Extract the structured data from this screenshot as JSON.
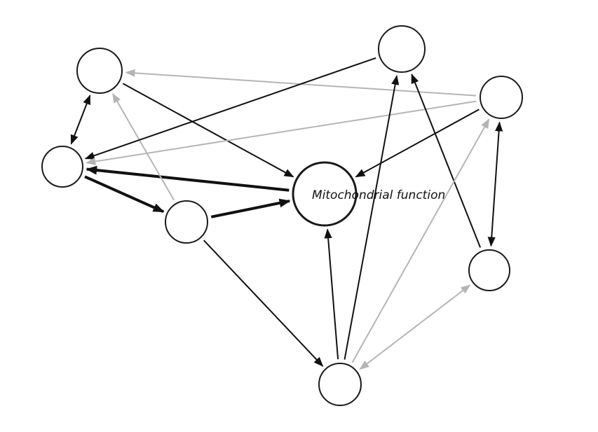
{
  "diagram": {
    "center_label": "Mitochondrial function",
    "colors": {
      "dark": "#111111",
      "light": "#b5b5b5"
    },
    "nodes": [
      {
        "id": "n-top-left",
        "label": ""
      },
      {
        "id": "n-left",
        "label": ""
      },
      {
        "id": "n-mid-left",
        "label": ""
      },
      {
        "id": "n-center",
        "label": "Mitochondrial function"
      },
      {
        "id": "n-top-right",
        "label": ""
      },
      {
        "id": "n-right",
        "label": ""
      },
      {
        "id": "n-right-low",
        "label": ""
      },
      {
        "id": "n-bottom",
        "label": ""
      }
    ],
    "edges": [
      {
        "from": "n-center",
        "to": "n-left",
        "style": "dark",
        "weight": "thick"
      },
      {
        "from": "n-left",
        "to": "n-mid-left",
        "style": "dark",
        "weight": "thick"
      },
      {
        "from": "n-mid-left",
        "to": "n-center",
        "style": "dark",
        "weight": "thick"
      },
      {
        "from": "n-left",
        "to": "n-top-left",
        "style": "dark",
        "weight": "normal",
        "bidirectional": true
      },
      {
        "from": "n-top-left",
        "to": "n-center",
        "style": "dark",
        "weight": "normal"
      },
      {
        "from": "n-mid-left",
        "to": "n-top-left",
        "style": "light",
        "weight": "normal"
      },
      {
        "from": "n-right",
        "to": "n-top-left",
        "style": "light",
        "weight": "normal"
      },
      {
        "from": "n-top-right",
        "to": "n-left",
        "style": "dark",
        "weight": "normal"
      },
      {
        "from": "n-right",
        "to": "n-left",
        "style": "light",
        "weight": "normal"
      },
      {
        "from": "n-right",
        "to": "n-center",
        "style": "dark",
        "weight": "normal"
      },
      {
        "from": "n-right",
        "to": "n-right-low",
        "style": "dark",
        "weight": "normal",
        "bidirectional": true
      },
      {
        "from": "n-right-low",
        "to": "n-top-right",
        "style": "dark",
        "weight": "normal"
      },
      {
        "from": "n-mid-left",
        "to": "n-bottom",
        "style": "dark",
        "weight": "normal"
      },
      {
        "from": "n-bottom",
        "to": "n-center",
        "style": "dark",
        "weight": "normal"
      },
      {
        "from": "n-bottom",
        "to": "n-top-right",
        "style": "dark",
        "weight": "normal"
      },
      {
        "from": "n-bottom",
        "to": "n-right",
        "style": "light",
        "weight": "normal"
      },
      {
        "from": "n-bottom",
        "to": "n-right-low",
        "style": "light",
        "weight": "normal",
        "bidirectional": true
      }
    ]
  }
}
